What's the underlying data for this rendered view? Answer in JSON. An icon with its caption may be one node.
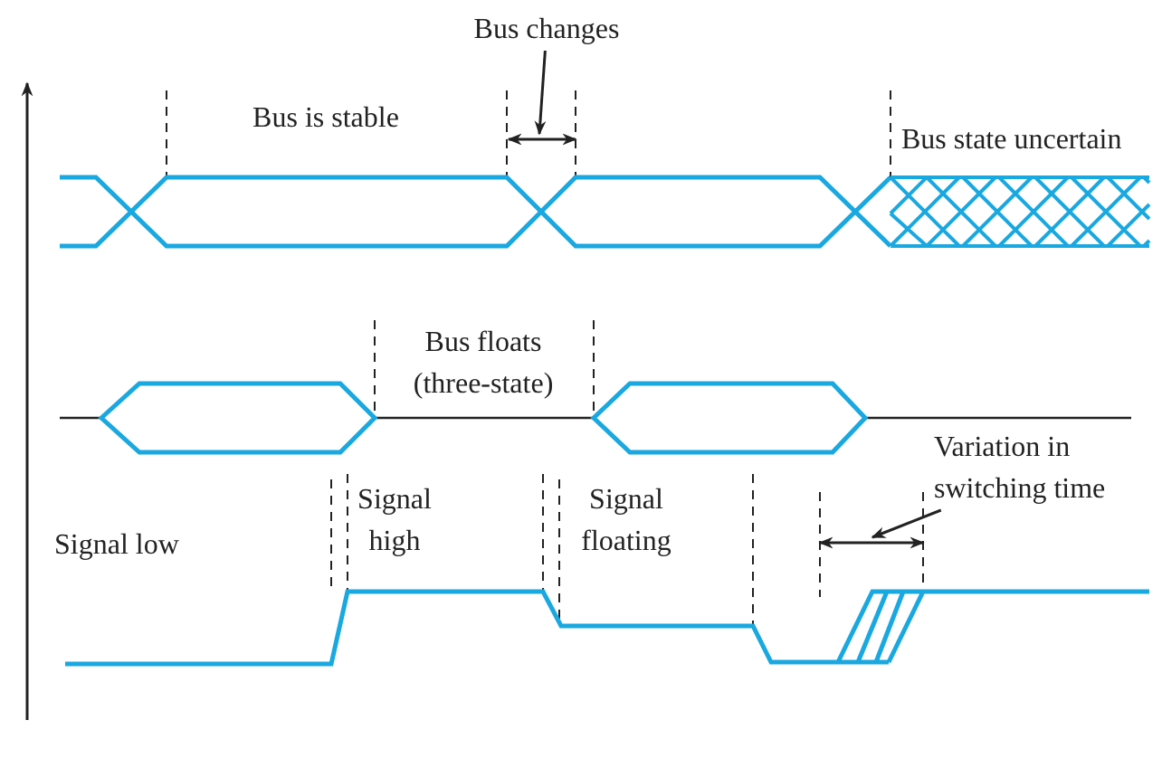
{
  "diagram": {
    "nodes": [
      {
        "text": [
          "Bus changes"
        ]
      },
      {
        "text": [
          "Variation in switching time"
        ]
      }
    ],
    "edges": [
      {
        "from": 0,
        "to": null,
        "arrow": "to"
      },
      {
        "from": 1,
        "to": null,
        "arrow": "to"
      }
    ],
    "labels": [
      "Bus is stable",
      "Bus state uncertain",
      "Bus floats (three-state)",
      "Signal low",
      "Signal high",
      "Signal floating"
    ]
  }
}
